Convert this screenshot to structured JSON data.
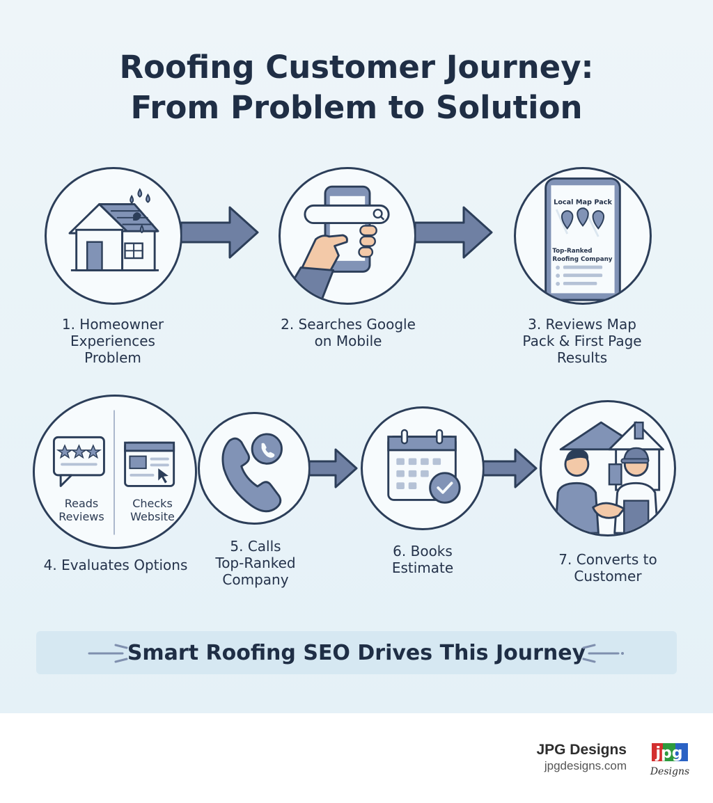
{
  "title": {
    "line1": "Roofing Customer Journey:",
    "line2": "From Problem to Solution"
  },
  "steps": [
    {
      "label_lines": [
        "1. Homeowner",
        "Experiences",
        "Problem"
      ],
      "icon": "leaking-house-icon"
    },
    {
      "label_lines": [
        "2. Searches Google",
        "on Mobile"
      ],
      "icon": "phone-search-icon"
    },
    {
      "label_lines": [
        "3. Reviews Map",
        "Pack & First Page",
        "Results"
      ],
      "icon": "map-pack-phone-icon",
      "screen": {
        "header": "Local Map Pack",
        "result_line1": "Top-Ranked",
        "result_line2": "Roofing Company"
      }
    },
    {
      "label_lines": [
        "4. Evaluates Options"
      ],
      "icon": "evaluate-options-icon",
      "sub_left": [
        "Reads",
        "Reviews"
      ],
      "sub_right": [
        "Checks",
        "Website"
      ]
    },
    {
      "label_lines": [
        "5. Calls",
        "Top-Ranked",
        "Company"
      ],
      "icon": "phone-call-icon"
    },
    {
      "label_lines": [
        "6. Books",
        "Estimate"
      ],
      "icon": "calendar-check-icon"
    },
    {
      "label_lines": [
        "7. Converts to",
        "Customer"
      ],
      "icon": "handshake-icon"
    }
  ],
  "banner": {
    "text": "Smart Roofing SEO Drives This Journey"
  },
  "brand": {
    "name": "JPG Designs",
    "url": "jpgdesigns.com",
    "logo_text": "jpg",
    "logo_script": "Designs"
  },
  "colors": {
    "outline": "#2c3e59",
    "arrow_fill": "#6f80a3",
    "icon_fill": "#8193b6",
    "background": "#eaf4f9",
    "banner_bg": "#d6e8f2",
    "logo_red": "#d32f2f",
    "logo_green": "#2e9a3e",
    "logo_blue": "#2a62c4"
  }
}
